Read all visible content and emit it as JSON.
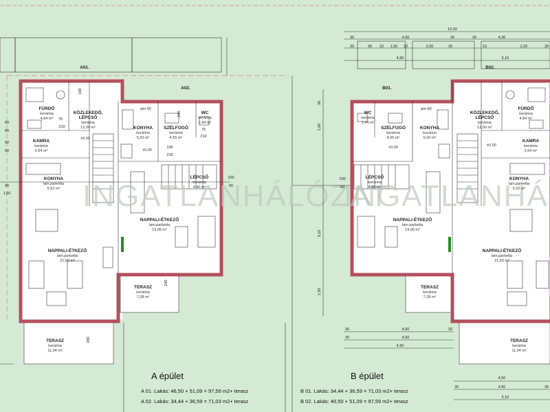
{
  "watermark": "INGATLANHÁLÓZAT",
  "labels": {
    "a01": "A01.",
    "a02": "A02.",
    "b01": "B01.",
    "b02": "B02.",
    "pm90": "pm 90",
    "furdo": "FÜRDŐ",
    "kozlekedo": "KÖZLEKEDŐ,",
    "lepcso": "LÉPCSŐ",
    "lepcso2": "LÉPCSŐ",
    "konyha": "KONYHA",
    "kamra": "KAMRA",
    "szelfogo": "SZÉLFOGÓ",
    "wc": "WC",
    "nappali": "NAPPALI-ÉTKEZŐ",
    "terasz": "TERASZ",
    "keramia": "kerámia",
    "parketta": "lam.parketta",
    "a_furdo": "4,84 m²",
    "a_kozl": "12,00 m²",
    "a_kamra": "2,64 m²",
    "a_konyha": "5,52 m²",
    "a_nappali": "21,50 m²",
    "a_terasz": "11,04 m²",
    "b_konyha": "5,00 m²",
    "b_szelfogo": "4,55 m²",
    "b_wc": "1,44 m²",
    "b_lepcso": "4,40 m²",
    "b_nappali": "19,05 m²",
    "b_terasz": "7,28 m²",
    "level": "±0,00"
  },
  "dims": {
    "d10": "10,00",
    "d460": "4,60",
    "d430": "4,30",
    "d30": "30",
    "d90": "90",
    "d150": "1,50",
    "d10b": "10",
    "d200": "2,00",
    "d220": "2,20",
    "d490": "4,90",
    "d510": "5,10",
    "d160": "1,60",
    "d310": "3,10",
    "d60": "60",
    "d100": "100",
    "d240": "240",
    "d210": "210",
    "d75": "75",
    "d280": "280",
    "d450": "4,50"
  },
  "captions": {
    "a_title": "A épület",
    "a_line1": "A 01. Lakás: 46,50 + 51,09 = 97,59 m2+ terasz",
    "a_line2": "A 02. Lakás: 34,44 + 36,59 = 71,03 m2+ terasz",
    "b_title": "B épület",
    "b_line1": "B 01. Lakás: 34,44 + 36,59 = 71,03 m2+ terasz",
    "b_line2": "B 02. Lakás: 46,50 + 51,09 = 97,59 m2+ terasz"
  },
  "colors": {
    "background": "#d4ead4",
    "wall": "#b3505e",
    "floor": "#ffffff"
  }
}
